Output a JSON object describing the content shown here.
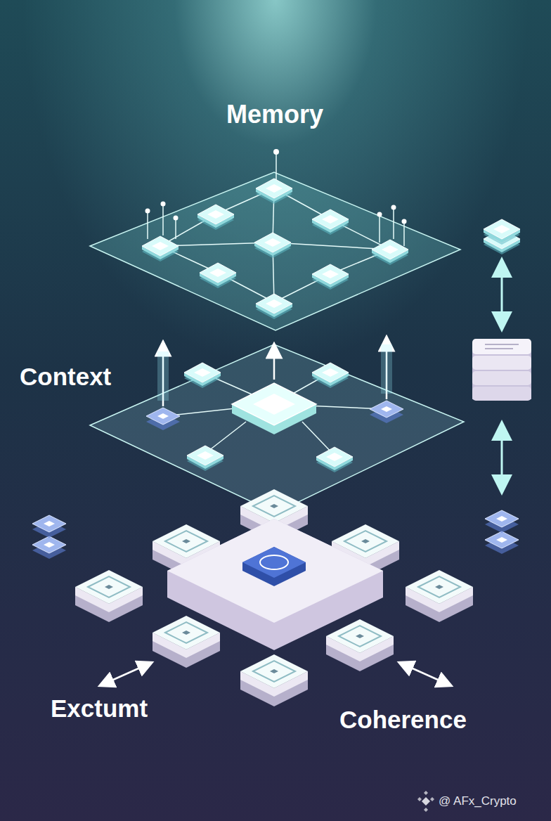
{
  "diagram": {
    "labels": [
      "Memory",
      "Context",
      "Exctumt",
      "Coherence",
      "@ AFx_Crypto"
    ]
  }
}
